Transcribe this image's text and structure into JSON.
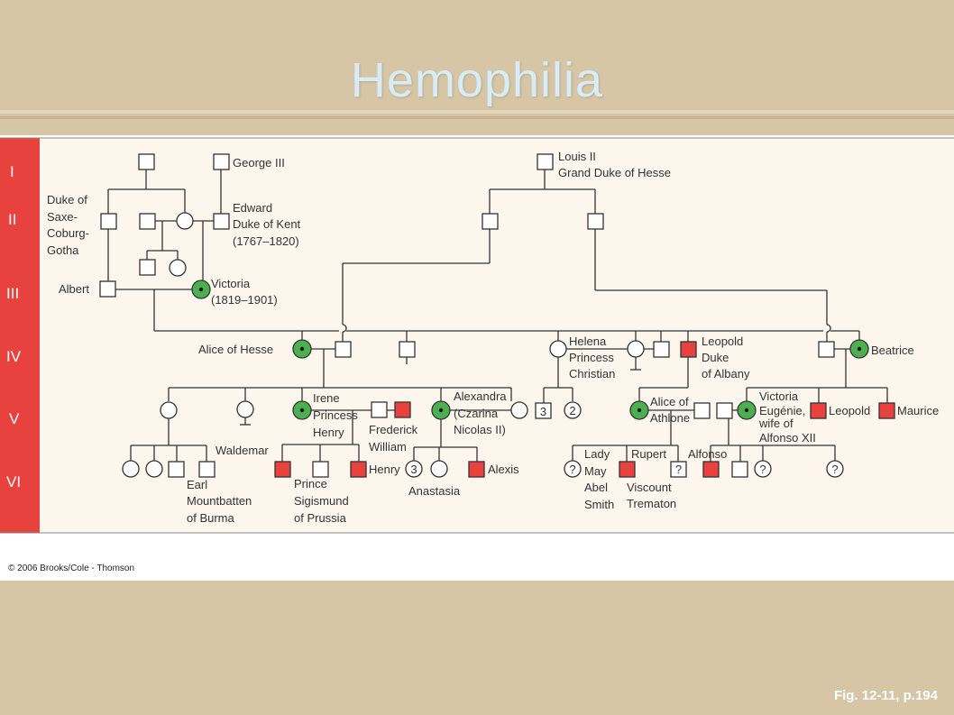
{
  "slide": {
    "title": "Hemophilia",
    "caption": "Fig. 12-11, p.194",
    "copyright": "© 2006 Brooks/Cole - Thomson"
  },
  "colors": {
    "affected": "#e8423f",
    "carrier": "#4caf50",
    "band": "#e8423f",
    "panel_bg": "#fdf6ec"
  },
  "generations": [
    "I",
    "II",
    "III",
    "IV",
    "V",
    "VI"
  ],
  "labels": {
    "george_iii": "George III",
    "louis_ii_1": "Louis II",
    "louis_ii_2": "Grand Duke of Hesse",
    "duke_1": "Duke of",
    "duke_2": "Saxe-",
    "duke_3": "Coburg-",
    "duke_4": "Gotha",
    "edward_1": "Edward",
    "edward_2": "Duke of Kent",
    "edward_3": "(1767–1820)",
    "albert": "Albert",
    "victoria_1": "Victoria",
    "victoria_2": "(1819–1901)",
    "alice_hesse": "Alice of Hesse",
    "helena_1": "Helena",
    "helena_2": "Princess",
    "helena_3": "Christian",
    "leopold_1": "Leopold",
    "leopold_2": "Duke",
    "leopold_3": "of Albany",
    "beatrice": "Beatrice",
    "irene_1": "Irene",
    "irene_2": "Princess",
    "irene_3": "Henry",
    "frederick_1": "Frederick",
    "frederick_2": "William",
    "alexandra_1": "Alexandra",
    "alexandra_2": "(Czarina",
    "alexandra_3": "Nicolas II)",
    "alice_athlone_1": "Alice of",
    "alice_athlone_2": "Athlone",
    "victoria_eug_1": "Victoria",
    "victoria_eug_2": "Eugénie,",
    "victoria_eug_3": "wife of",
    "victoria_eug_4": "Alfonso XII",
    "leopold_v": "Leopold",
    "maurice": "Maurice",
    "waldemar": "Waldemar",
    "earl_1": "Earl",
    "earl_2": "Mountbatten",
    "earl_3": "of Burma",
    "prince_1": "Prince",
    "prince_2": "Sigismund",
    "prince_3": "of Prussia",
    "henry": "Henry",
    "alexis": "Alexis",
    "anastasia": "Anastasia",
    "lady_1": "Lady",
    "lady_2": "May",
    "lady_3": "Abel",
    "lady_4": "Smith",
    "rupert_1": "Rupert",
    "rupert_2": "Viscount",
    "rupert_3": "Trematon",
    "alfonso": "Alfonso",
    "num_3": "3",
    "num_2": "2",
    "q": "?"
  }
}
